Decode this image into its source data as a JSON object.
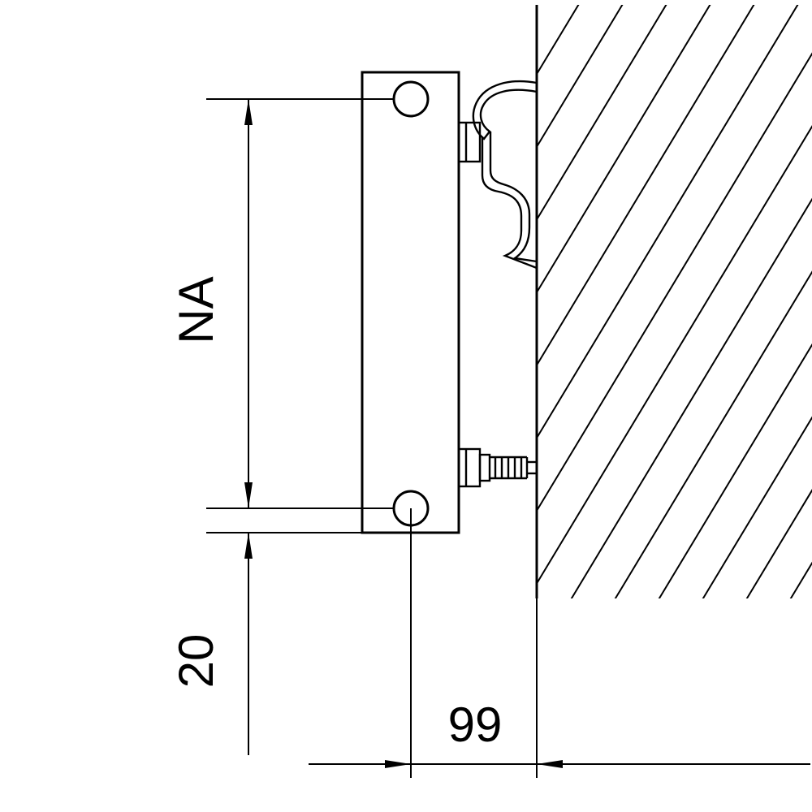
{
  "page": {
    "background_color": "#ffffff",
    "line_color": "#000000",
    "description_labels_only": true
  },
  "dimensions": {
    "hub_distance": {
      "label": "NA"
    },
    "bottom_offset": {
      "label": "20"
    },
    "wall_distance": {
      "label": "99"
    }
  }
}
